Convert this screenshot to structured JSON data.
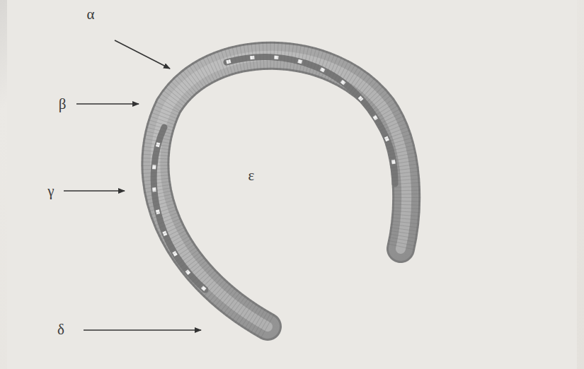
{
  "diagram": {
    "labels": [
      "α",
      "β",
      "γ",
      "ε",
      "δ"
    ]
  }
}
